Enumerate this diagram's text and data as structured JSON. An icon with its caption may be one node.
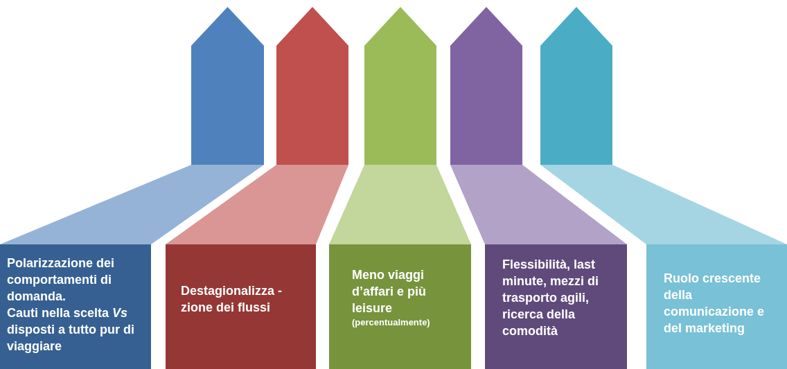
{
  "diagram": {
    "nodes": [
      {
        "text": [
          "Polarizzazione dei comportamenti di domanda.",
          "Cauti nella scelta *Vs* disposti a tutto pur di viaggiare"
        ]
      },
      {
        "text": [
          "Destagionalizza - zione dei flussi"
        ]
      },
      {
        "text": [
          "Meno viaggi d’affari e più leisure",
          "(percentualmente)"
        ]
      },
      {
        "text": [
          "Flessibilità, last minute, mezzi di trasporto agili, ricerca della comodità"
        ]
      },
      {
        "text": [
          "Ruolo crescente della comunicazione e del marketing"
        ]
      }
    ]
  }
}
